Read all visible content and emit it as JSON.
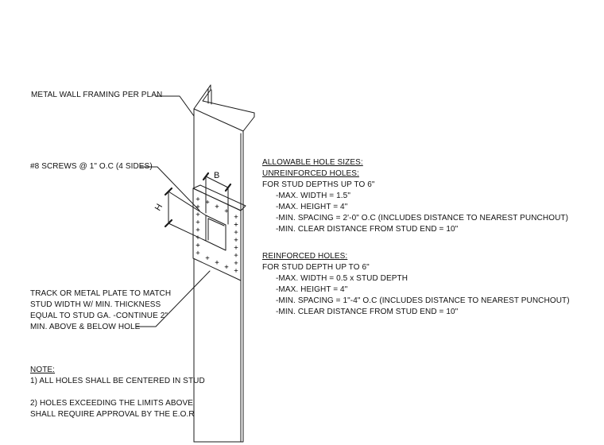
{
  "labels": {
    "framing": "METAL WALL FRAMING PER PLAN",
    "screws": "#8 SCREWS @ 1\" O.C (4 SIDES)",
    "dim_b": "B",
    "dim_h": "H",
    "track": [
      "TRACK OR METAL PLATE TO MATCH",
      "STUD WIDTH W/ MIN. THICKNESS",
      "EQUAL TO STUD GA. -CONTINUE 2\"",
      "MIN. ABOVE & BELOW HOLE"
    ]
  },
  "notes": {
    "title": "NOTE:",
    "items": [
      "1) ALL HOLES SHALL BE CENTERED IN STUD",
      "2) HOLES EXCEEDING THE LIMITS ABOVE",
      "SHALL REQUIRE APPROVAL BY THE E.O.R"
    ]
  },
  "spec": {
    "title": "ALLOWABLE HOLE SIZES:",
    "unreinforced": {
      "heading": "UNREINFORCED HOLES:",
      "scope": "FOR STUD DEPTHS UP TO 6\"",
      "rules": [
        "-MAX. WIDTH = 1.5\"",
        "-MAX. HEIGHT = 4\"",
        "-MIN. SPACING = 2'-0\" O.C (INCLUDES DISTANCE TO NEAREST PUNCHOUT)",
        "-MIN. CLEAR DISTANCE FROM STUD END = 10\""
      ]
    },
    "reinforced": {
      "heading": "REINFORCED HOLES:",
      "scope": "FOR STUD DEPTH UP TO 6\"",
      "rules": [
        "-MAX. WIDTH = 0.5 x STUD DEPTH",
        "-MAX. HEIGHT = 4\"",
        "-MIN. SPACING = 1\"-4\" O.C (INCLUDES DISTANCE TO NEAREST PUNCHOUT)",
        "-MIN. CLEAR DISTANCE FROM STUD END = 10\""
      ]
    }
  },
  "colors": {
    "line": "#1a1a1a",
    "text": "#111111"
  }
}
